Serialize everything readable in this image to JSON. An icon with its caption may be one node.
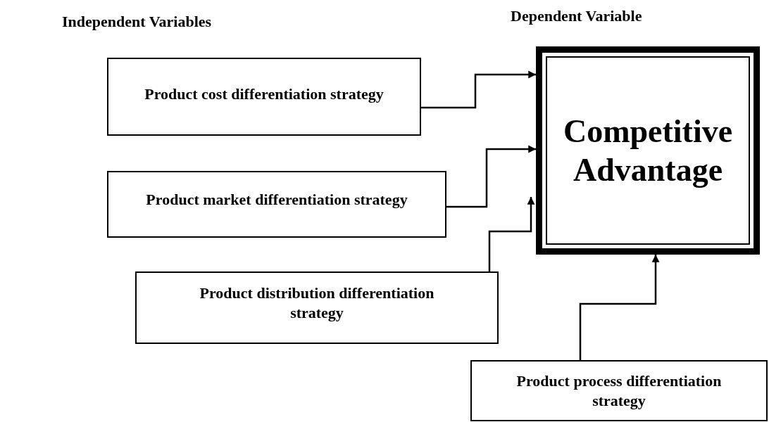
{
  "diagram": {
    "nodes": [
      {
        "text": [
          "Product cost differentiation strategy"
        ]
      },
      {
        "text": [
          "Product market differentiation strategy"
        ]
      },
      {
        "text": [
          "Product distribution differentiation strategy"
        ]
      },
      {
        "text": [
          "Product process differentiation strategy"
        ]
      },
      {
        "text": [
          "Competitive Advantage"
        ]
      }
    ],
    "edges": [
      {
        "from": 0,
        "to": 4,
        "arrow": "to"
      },
      {
        "from": 1,
        "to": 4,
        "arrow": "to"
      },
      {
        "from": 2,
        "to": 4,
        "arrow": "to"
      },
      {
        "from": 3,
        "to": 4,
        "arrow": "to"
      }
    ],
    "labels": [
      "Independent Variables",
      "Dependent Variable"
    ]
  }
}
